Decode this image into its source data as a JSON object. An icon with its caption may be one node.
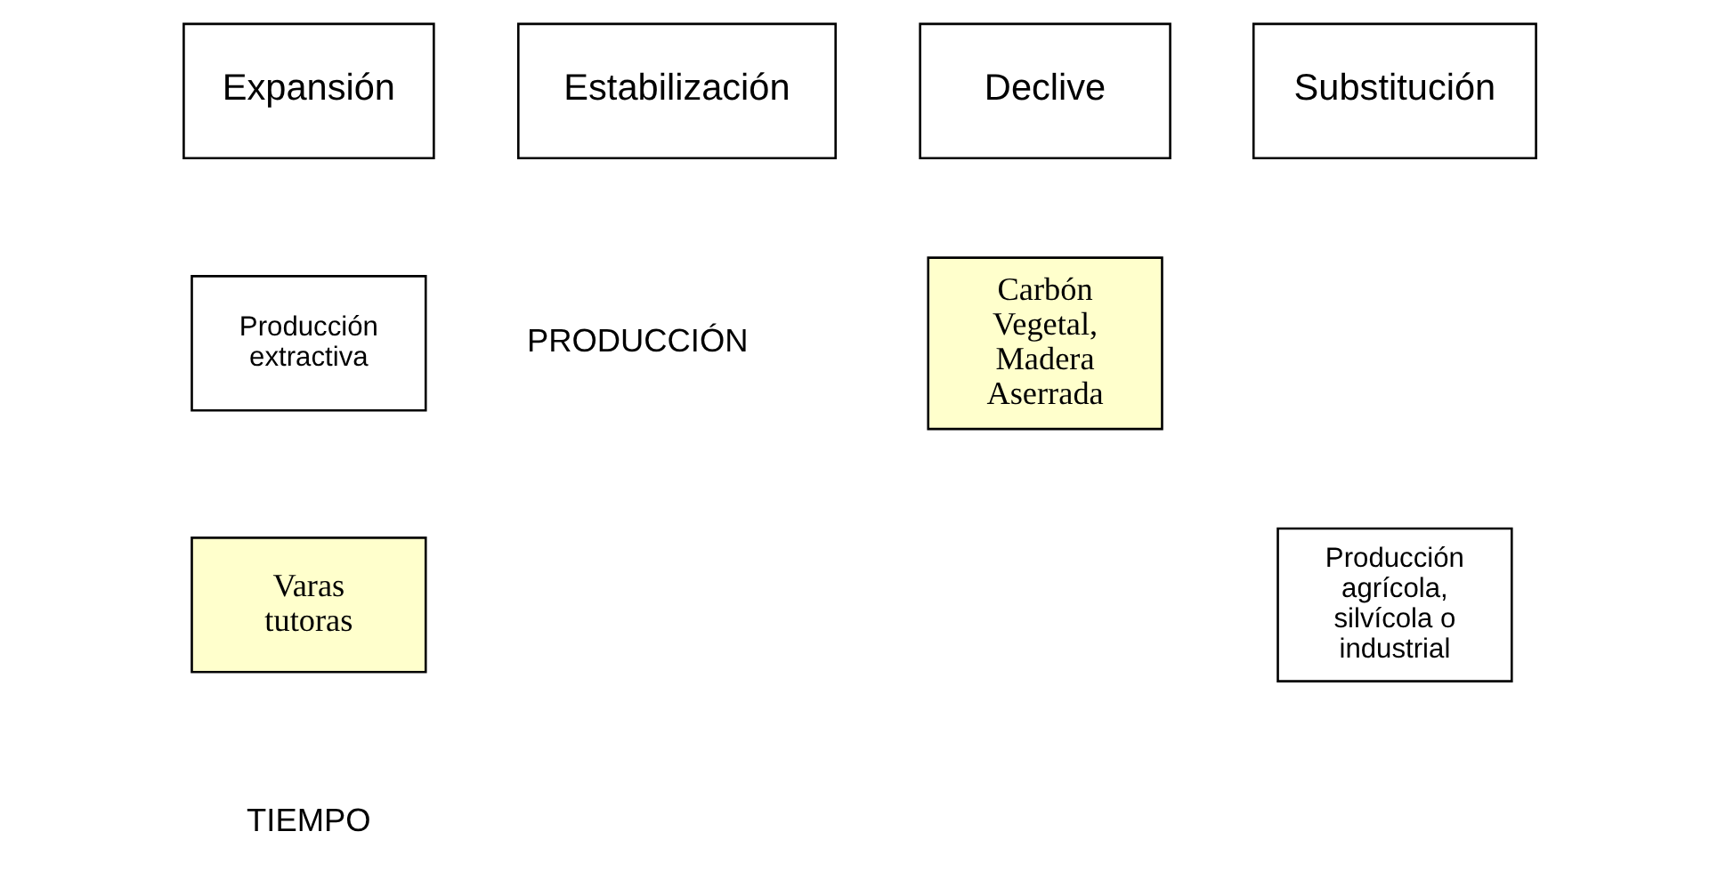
{
  "diagram": {
    "nodes": [
      {
        "text": [
          "Expansión"
        ]
      },
      {
        "text": [
          "Estabilización"
        ]
      },
      {
        "text": [
          "Declive"
        ]
      },
      {
        "text": [
          "Substitución"
        ]
      },
      {
        "text": [
          "Producción extractiva"
        ]
      },
      {
        "text": [
          "Carbón Vegetal, Madera Aserrada"
        ]
      },
      {
        "text": [
          "Varas tutoras"
        ]
      },
      {
        "text": [
          "Producción agrícola, silvícola o industrial"
        ]
      }
    ],
    "labels": [
      "PRODUCCIÓN",
      "TIEMPO"
    ]
  }
}
